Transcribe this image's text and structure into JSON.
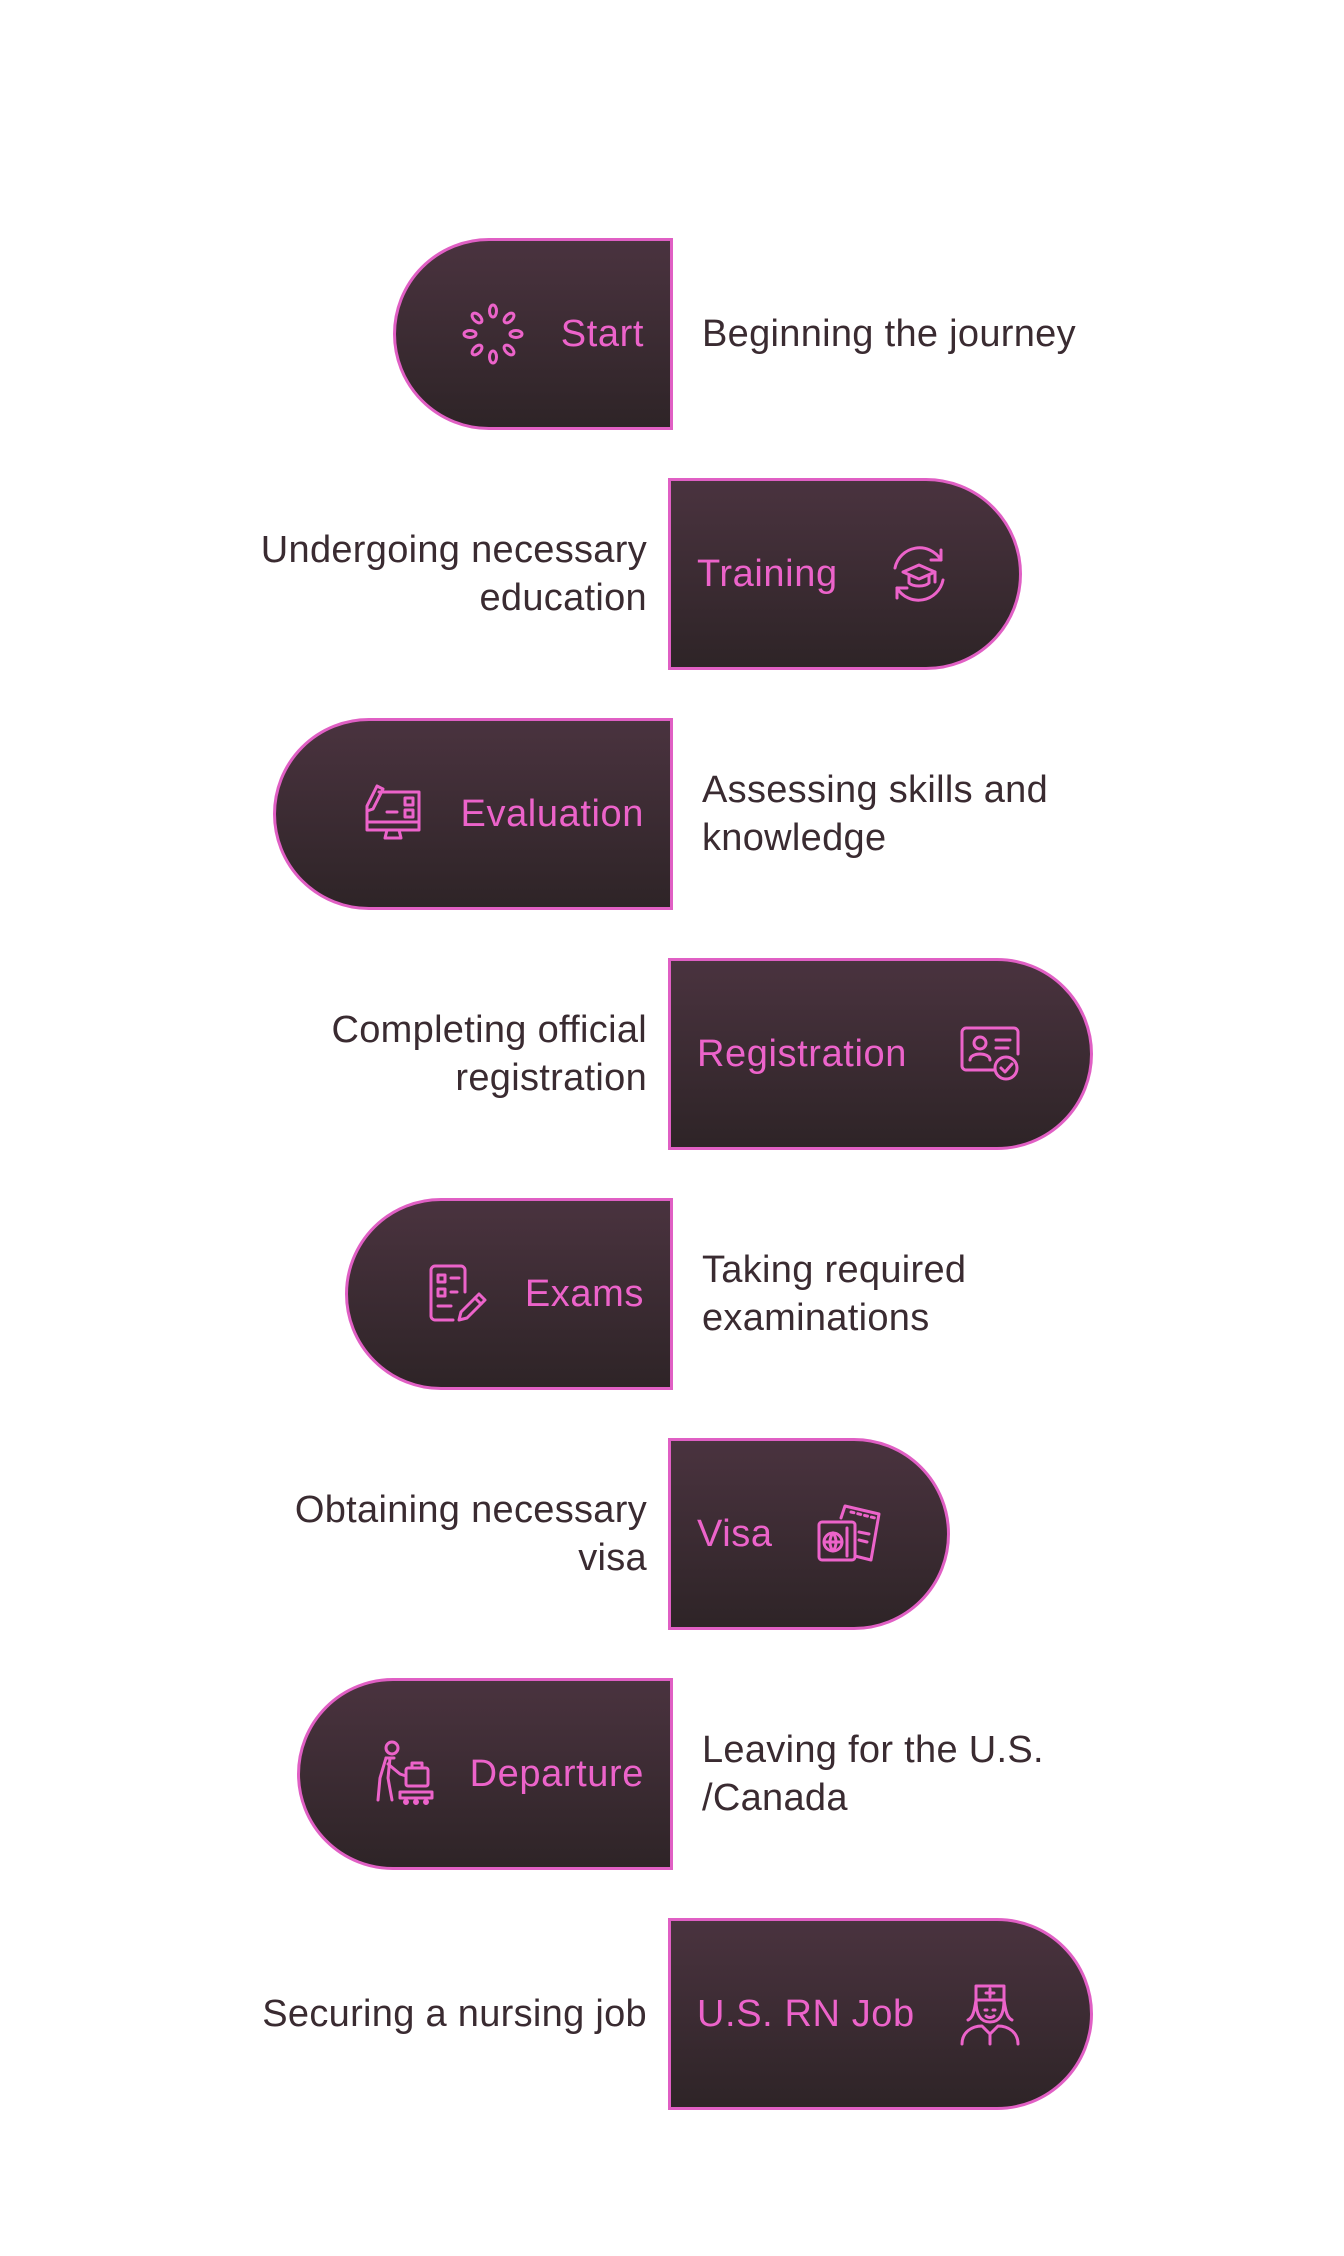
{
  "colors": {
    "accent": "#e05fc4",
    "label": "#ec63ca",
    "pill_top": "#4a333f",
    "pill_bottom": "#2e2427",
    "text": "#3a2b31",
    "background": "#ffffff"
  },
  "steps": [
    {
      "label": "Start",
      "icon": "loading-spinner-icon",
      "description_lines": [
        "Beginning the journey"
      ]
    },
    {
      "label": "Training",
      "icon": "graduation-cap-refresh-icon",
      "description_lines": [
        "Undergoing necessary",
        "education"
      ]
    },
    {
      "label": "Evaluation",
      "icon": "monitor-edit-icon",
      "description_lines": [
        "Assessing skills and",
        "knowledge"
      ]
    },
    {
      "label": "Registration",
      "icon": "id-card-check-icon",
      "description_lines": [
        "Completing official",
        "registration"
      ]
    },
    {
      "label": "Exams",
      "icon": "checklist-pencil-icon",
      "description_lines": [
        "Taking required",
        "examinations"
      ]
    },
    {
      "label": "Visa",
      "icon": "passport-ticket-icon",
      "description_lines": [
        "Obtaining necessary",
        "visa"
      ]
    },
    {
      "label": "Departure",
      "icon": "traveler-luggage-icon",
      "description_lines": [
        "Leaving for the U.S.",
        "/Canada"
      ]
    },
    {
      "label": "U.S. RN Job",
      "icon": "nurse-icon",
      "description_lines": [
        "Securing a nursing job"
      ]
    }
  ]
}
